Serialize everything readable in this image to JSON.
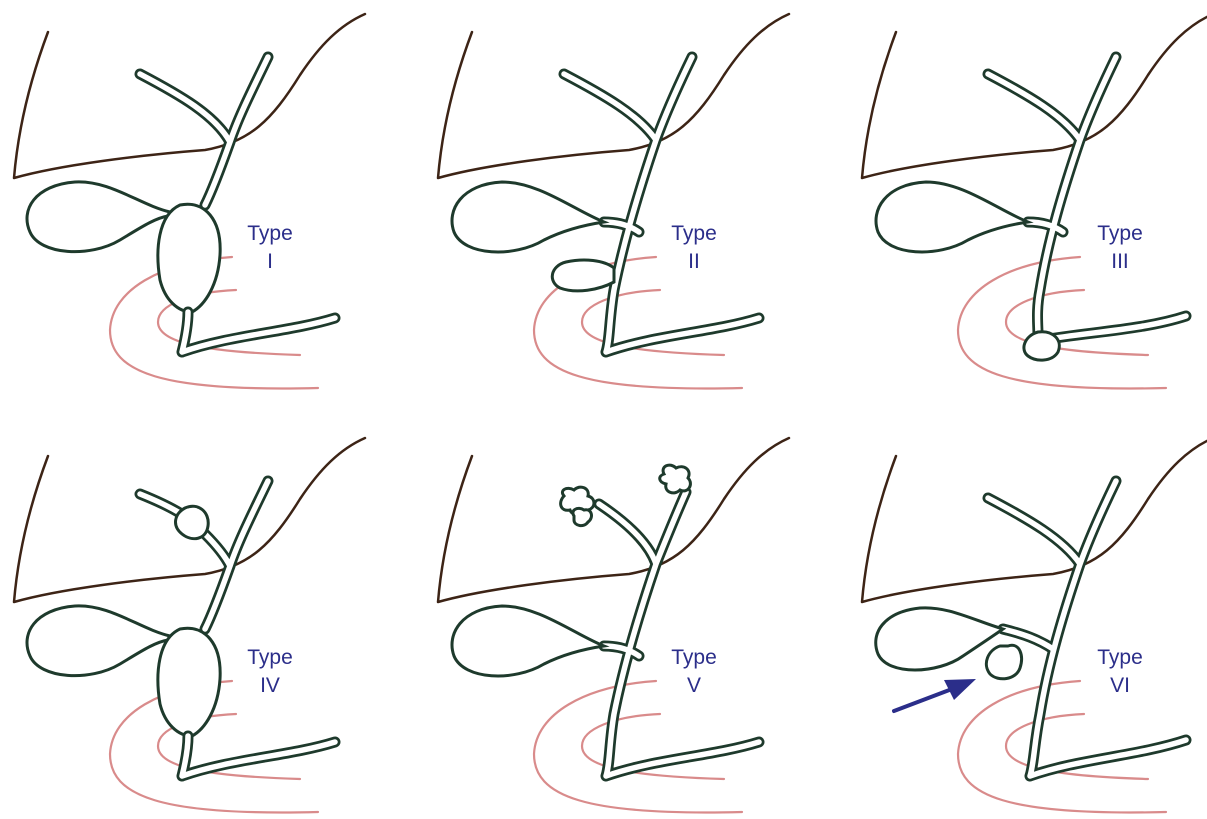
{
  "colors": {
    "liver_outline": "#3d2416",
    "duct": "#1e3a2c",
    "duodenum": "#d98b8b",
    "label": "#2b2e8a",
    "arrow": "#2b2e8a"
  },
  "panels": [
    {
      "id": "type-1",
      "label_line1": "Type",
      "label_line2": "I",
      "variant": "cbd-fusiform"
    },
    {
      "id": "type-2",
      "label_line1": "Type",
      "label_line2": "II",
      "variant": "cbd-diverticulum"
    },
    {
      "id": "type-3",
      "label_line1": "Type",
      "label_line2": "III",
      "variant": "choledochocele"
    },
    {
      "id": "type-4",
      "label_line1": "Type",
      "label_line2": "IV",
      "variant": "cbd-fusiform-plus-intrahepatic"
    },
    {
      "id": "type-5",
      "label_line1": "Type",
      "label_line2": "V",
      "variant": "intrahepatic-only"
    },
    {
      "id": "type-6",
      "label_line1": "Type",
      "label_line2": "VI",
      "variant": "cystic-duct-cyst",
      "has_arrow": true
    }
  ]
}
